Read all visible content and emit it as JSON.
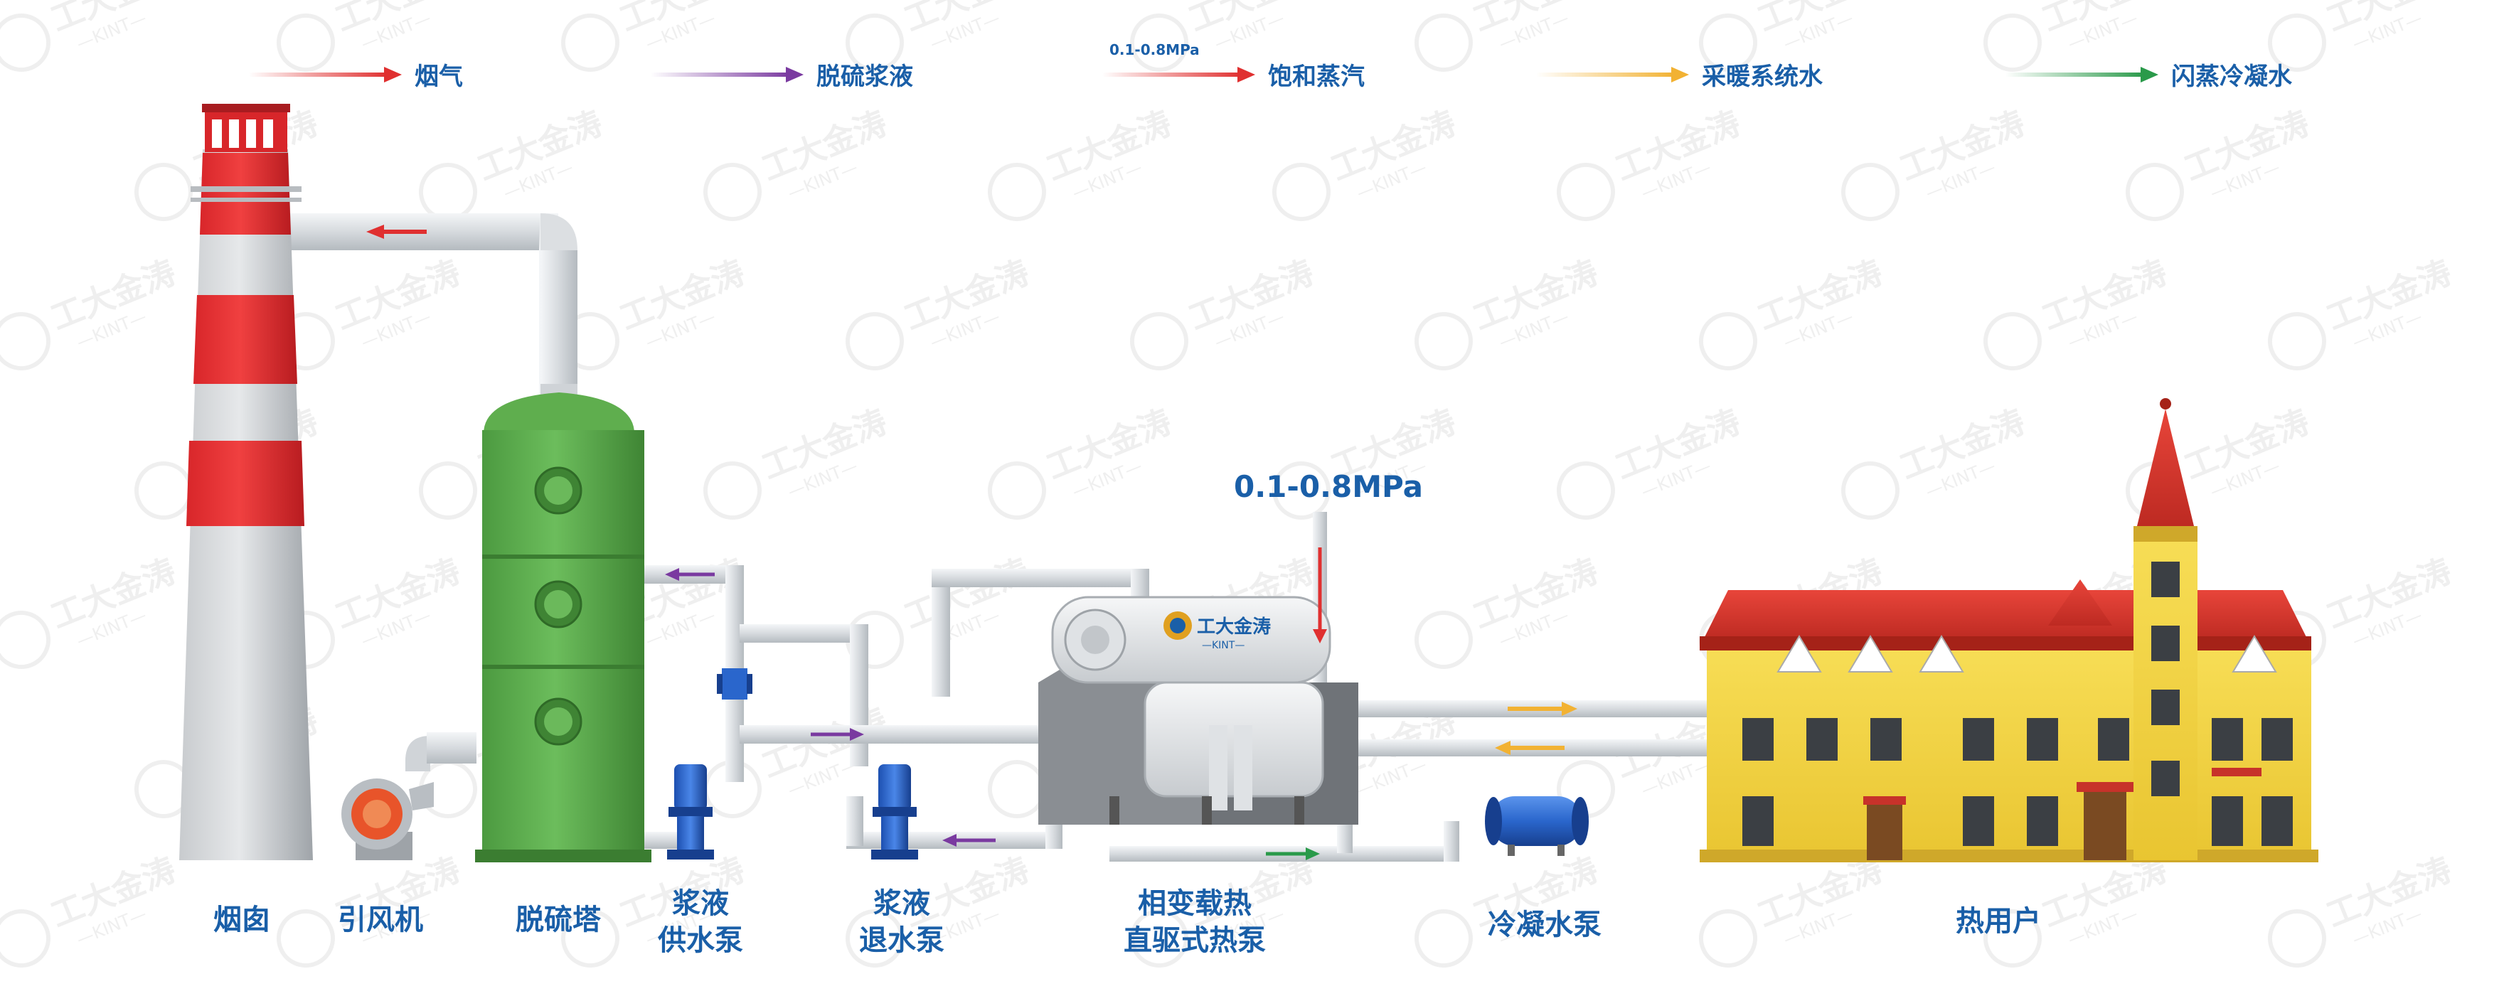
{
  "legend": [
    {
      "label": "烟气",
      "color": "#e03030"
    },
    {
      "label": "脱硫浆液",
      "color": "#7a3aa0"
    },
    {
      "label": "饱和蒸汽",
      "color": "#e03030",
      "note": "0.1-0.8MPa"
    },
    {
      "label": "采暖系统水",
      "color": "#f2b233"
    },
    {
      "label": "闪蒸冷凝水",
      "color": "#2a9a4a"
    }
  ],
  "steam_pressure": "0.1-0.8MPa",
  "components": {
    "chimney": "烟囱",
    "fan": "引风机",
    "tower": "脱硫塔",
    "supply_pump": [
      "浆液",
      "供水泵"
    ],
    "return_pump": [
      "浆液",
      "退水泵"
    ],
    "heat_pump": [
      "相变载热",
      "直驱式热泵"
    ],
    "condensate_pump": "冷凝水泵",
    "heat_user": "热用户"
  },
  "brand": {
    "name": "工大金涛",
    "sub": "—KINT—"
  },
  "colors": {
    "accent": "#1a5fa8",
    "flue": "#e03030",
    "slurry": "#7a3aa0",
    "heating": "#f2b233",
    "condensate": "#2a9a4a",
    "tower": "#5aa64a",
    "roof": "#d83a30",
    "wall": "#f4d640"
  }
}
